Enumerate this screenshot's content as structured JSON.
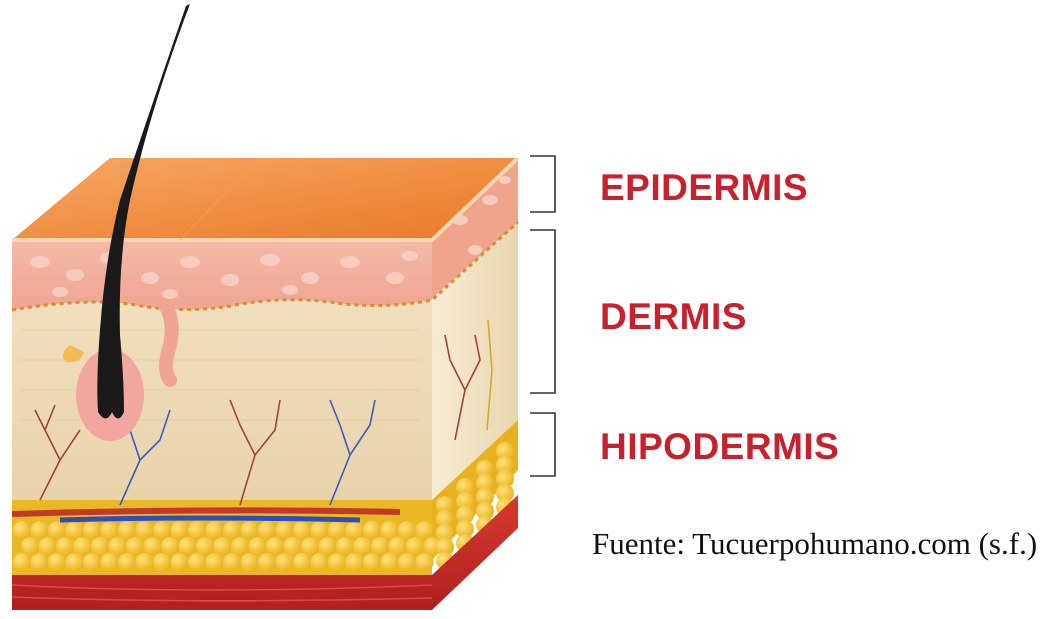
{
  "labels": {
    "epidermis": "EPIDERMIS",
    "dermis": "DERMIS",
    "hipodermis": "HIPODERMIS"
  },
  "source": "Fuente: Tucuerpohumano.com (s.f.)",
  "colors": {
    "label": "#c8202c",
    "epidermis_top": "#f08a3c",
    "dermis": "#ead7b2",
    "fat": "#f2c32a",
    "muscle": "#c8262a",
    "hair": "#1a1a1a",
    "artery": "#c0392b",
    "vein": "#2c4fb8"
  }
}
